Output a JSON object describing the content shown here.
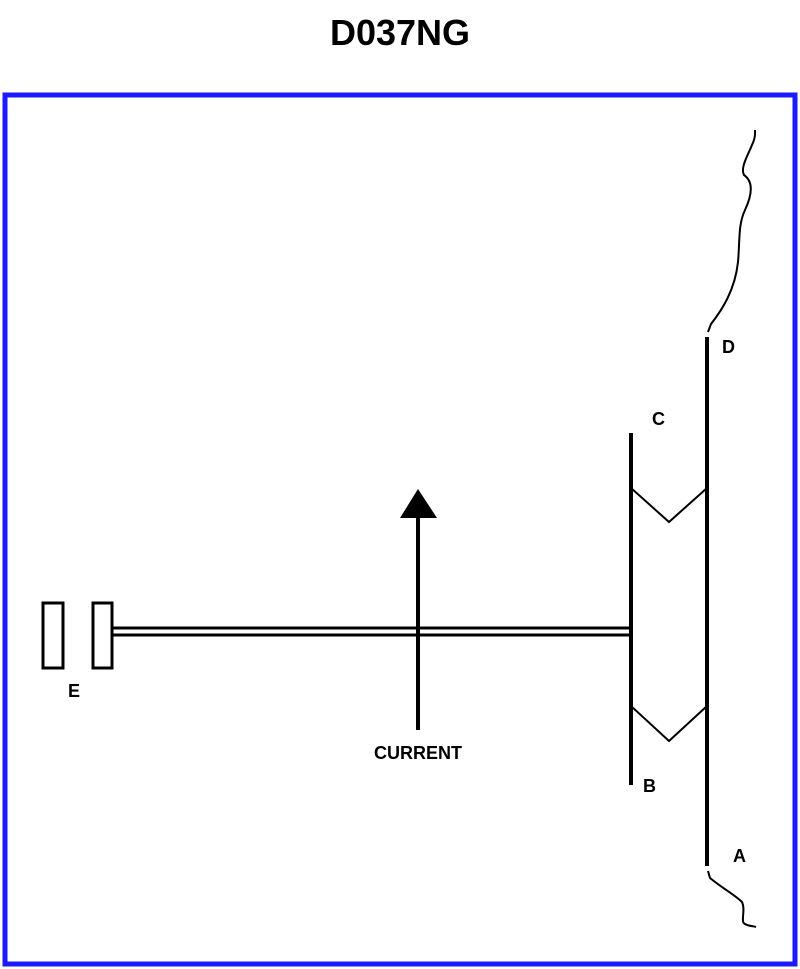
{
  "title": "D037NG",
  "colors": {
    "frame": "#1a1aff",
    "ink": "#000000"
  },
  "labels": {
    "a": "A",
    "b": "B",
    "c": "C",
    "d": "D",
    "e": "E",
    "current": "CURRENT"
  }
}
